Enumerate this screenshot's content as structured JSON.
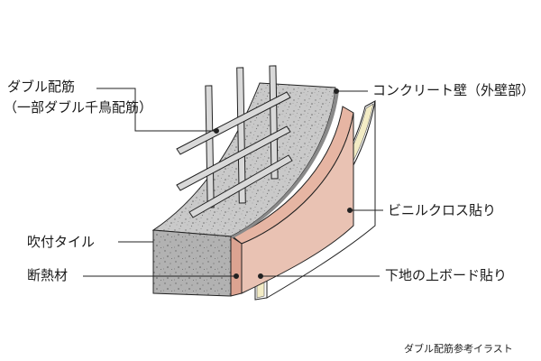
{
  "labels": {
    "double_rebar": "ダブル配筋",
    "double_rebar_note": "（一部ダブル千鳥配筋）",
    "concrete_wall": "コンクリート壁（外壁部）",
    "vinyl_cloth": "ビニルクロス貼り",
    "spray_tile": "吹付タイル",
    "insulation": "断熱材",
    "base_board": "下地の上ボード貼り"
  },
  "caption": "ダブル配筋参考イラスト",
  "colors": {
    "concrete": "#c8c8c8",
    "concrete_front": "#b3b3b3",
    "insulation": "#e6b5a3",
    "board": "#f3ecc5",
    "cloth": "#ffffff",
    "rebar": "#d9d9d9",
    "line": "#222222"
  }
}
